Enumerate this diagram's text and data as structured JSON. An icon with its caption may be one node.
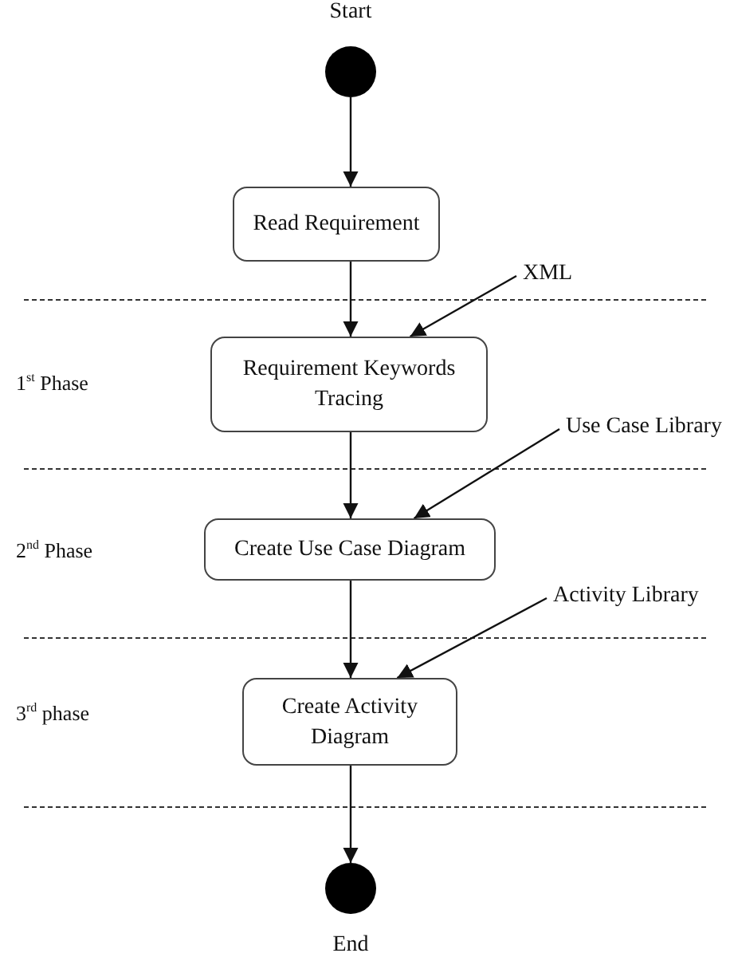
{
  "diagram": {
    "nodes": [
      {
        "text": [],
        "shape": "circle",
        "beside": [
          "Start"
        ]
      },
      {
        "text": [
          "Read Requirement"
        ]
      },
      {
        "text": [
          "Requirement Keywords Tracing"
        ]
      },
      {
        "text": [
          "Create Use Case Diagram"
        ]
      },
      {
        "text": [
          "Create Activity Diagram"
        ]
      },
      {
        "text": [],
        "shape": "circle",
        "beside": [
          "End"
        ]
      },
      {
        "text": [
          "XML"
        ]
      },
      {
        "text": [
          "Use Case Library"
        ]
      },
      {
        "text": [
          "Activity Library"
        ]
      }
    ],
    "edges": [
      {
        "from": 0,
        "to": 1,
        "arrow": "to"
      },
      {
        "from": 1,
        "to": 2,
        "arrow": "to"
      },
      {
        "from": 2,
        "to": 3,
        "arrow": "to"
      },
      {
        "from": 3,
        "to": 4,
        "arrow": "to"
      },
      {
        "from": 4,
        "to": 5,
        "arrow": "to"
      },
      {
        "from": 6,
        "to": 2,
        "arrow": "to"
      },
      {
        "from": 7,
        "to": 3,
        "arrow": "to"
      },
      {
        "from": 8,
        "to": 4,
        "arrow": "to"
      }
    ],
    "labels": [
      "1$^{st}$ Phase",
      "2$^{nd}$ Phase",
      "3$^{rd}$ phase"
    ]
  }
}
